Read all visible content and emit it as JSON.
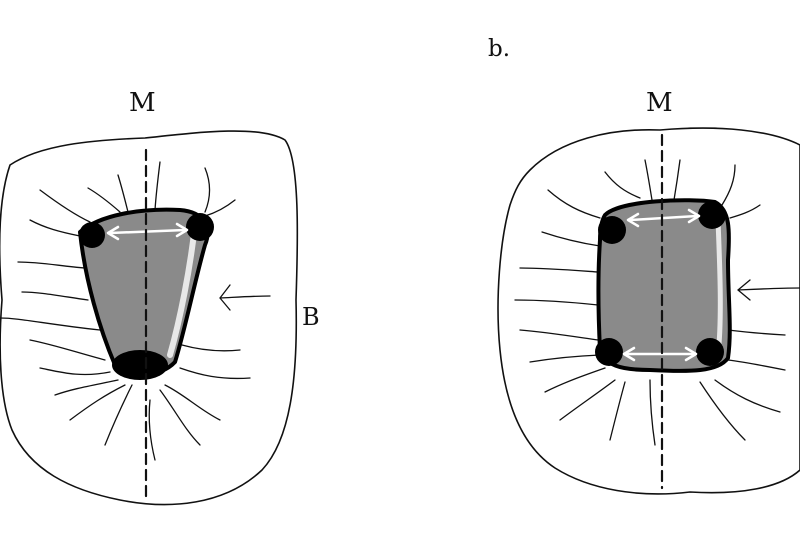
{
  "labels": {
    "panel_b": "b.",
    "mesial_left": "M",
    "mesial_right": "M",
    "buccal": "B"
  },
  "colors": {
    "outline": "#111111",
    "cavity_fill": "#8a8a8a",
    "point": "#000000",
    "arrow": "#ffffff"
  }
}
